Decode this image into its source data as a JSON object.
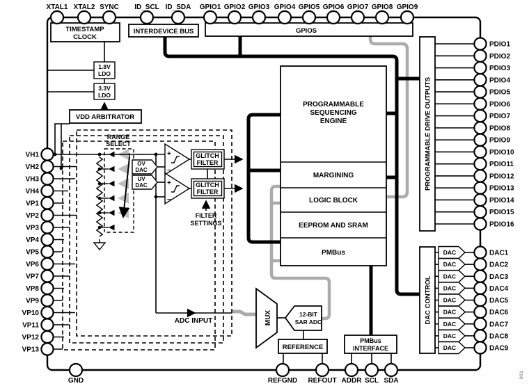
{
  "diagram": {
    "top_pins": [
      "XTAL1",
      "XTAL2",
      "SYNC",
      "ID_SCL",
      "ID_SDA",
      "GPIO1",
      "GPIO2",
      "GPIO3",
      "GPIO4",
      "GPIO5",
      "GPIO6",
      "GPIO7",
      "GPIO8",
      "GPIO9"
    ],
    "left_pins": [
      "VH1",
      "VH2",
      "VH3",
      "VH4",
      "VP1",
      "VP2",
      "VP3",
      "VP4",
      "VP5",
      "VP6",
      "VP7",
      "VP8",
      "VP9",
      "VP10",
      "VP11",
      "VP12",
      "VP13"
    ],
    "pdio_pins": [
      "PDIO1",
      "PDIO2",
      "PDIO3",
      "PDIO4",
      "PDIO5",
      "PDIO6",
      "PDIO7",
      "PDIO8",
      "PDIO9",
      "PDIO10",
      "PDIO11",
      "PDIO12",
      "PDIO13",
      "PDIO14",
      "PDIO15",
      "PDIO16"
    ],
    "dac_pins": [
      "DAC1",
      "DAC2",
      "DAC3",
      "DAC4",
      "DAC5",
      "DAC6",
      "DAC7",
      "DAC8",
      "DAC9"
    ],
    "bottom_pins": [
      "GND",
      "REFGND",
      "REFOUT",
      "ADDR",
      "SCL",
      "SDA"
    ],
    "blocks": {
      "timestamp_clock": [
        "TIMESTAMP",
        "CLOCK"
      ],
      "interdevice_bus": "INTERDEVICE BUS",
      "gpios": "GPIOS",
      "ldo_18": [
        "1.8V",
        "LDO"
      ],
      "ldo_33": [
        "3.3V",
        "LDO"
      ],
      "vdd_arbitrator": "VDD ARBITRATOR",
      "range_select": [
        "RANGE",
        "SELECT"
      ],
      "ov_dac": [
        "OV",
        "DAC"
      ],
      "uv_dac": [
        "UV",
        "DAC"
      ],
      "glitch_filter": [
        "GLITCH",
        "FILTER"
      ],
      "filter_settings": [
        "FILTER",
        "SETTINGS"
      ],
      "pse": [
        "PROGRAMMABLE",
        "SEQUENCING",
        "ENGINE"
      ],
      "margining": "MARGINING",
      "logic_block": "LOGIC BLOCK",
      "eeprom": "EEPROM AND SRAM",
      "pmbus": "PMBus",
      "pdo": "PROGRAMMABLE DRIVE OUTPUTS",
      "dac_control": "DAC CONTROL",
      "dac_cell": "DAC",
      "mux": "MUX",
      "adc": [
        "12-BIT",
        "SAR ADC"
      ],
      "reference": "REFERENCE",
      "pmbus_interface": [
        "PMBus",
        "INTERFACE"
      ],
      "adc_input": "ADC INPUT"
    },
    "fig_number": "001",
    "colors": {
      "bus_black": "#000000",
      "bus_gray": "#ababab",
      "light_gray_arrows": "#bfbfbf"
    }
  }
}
